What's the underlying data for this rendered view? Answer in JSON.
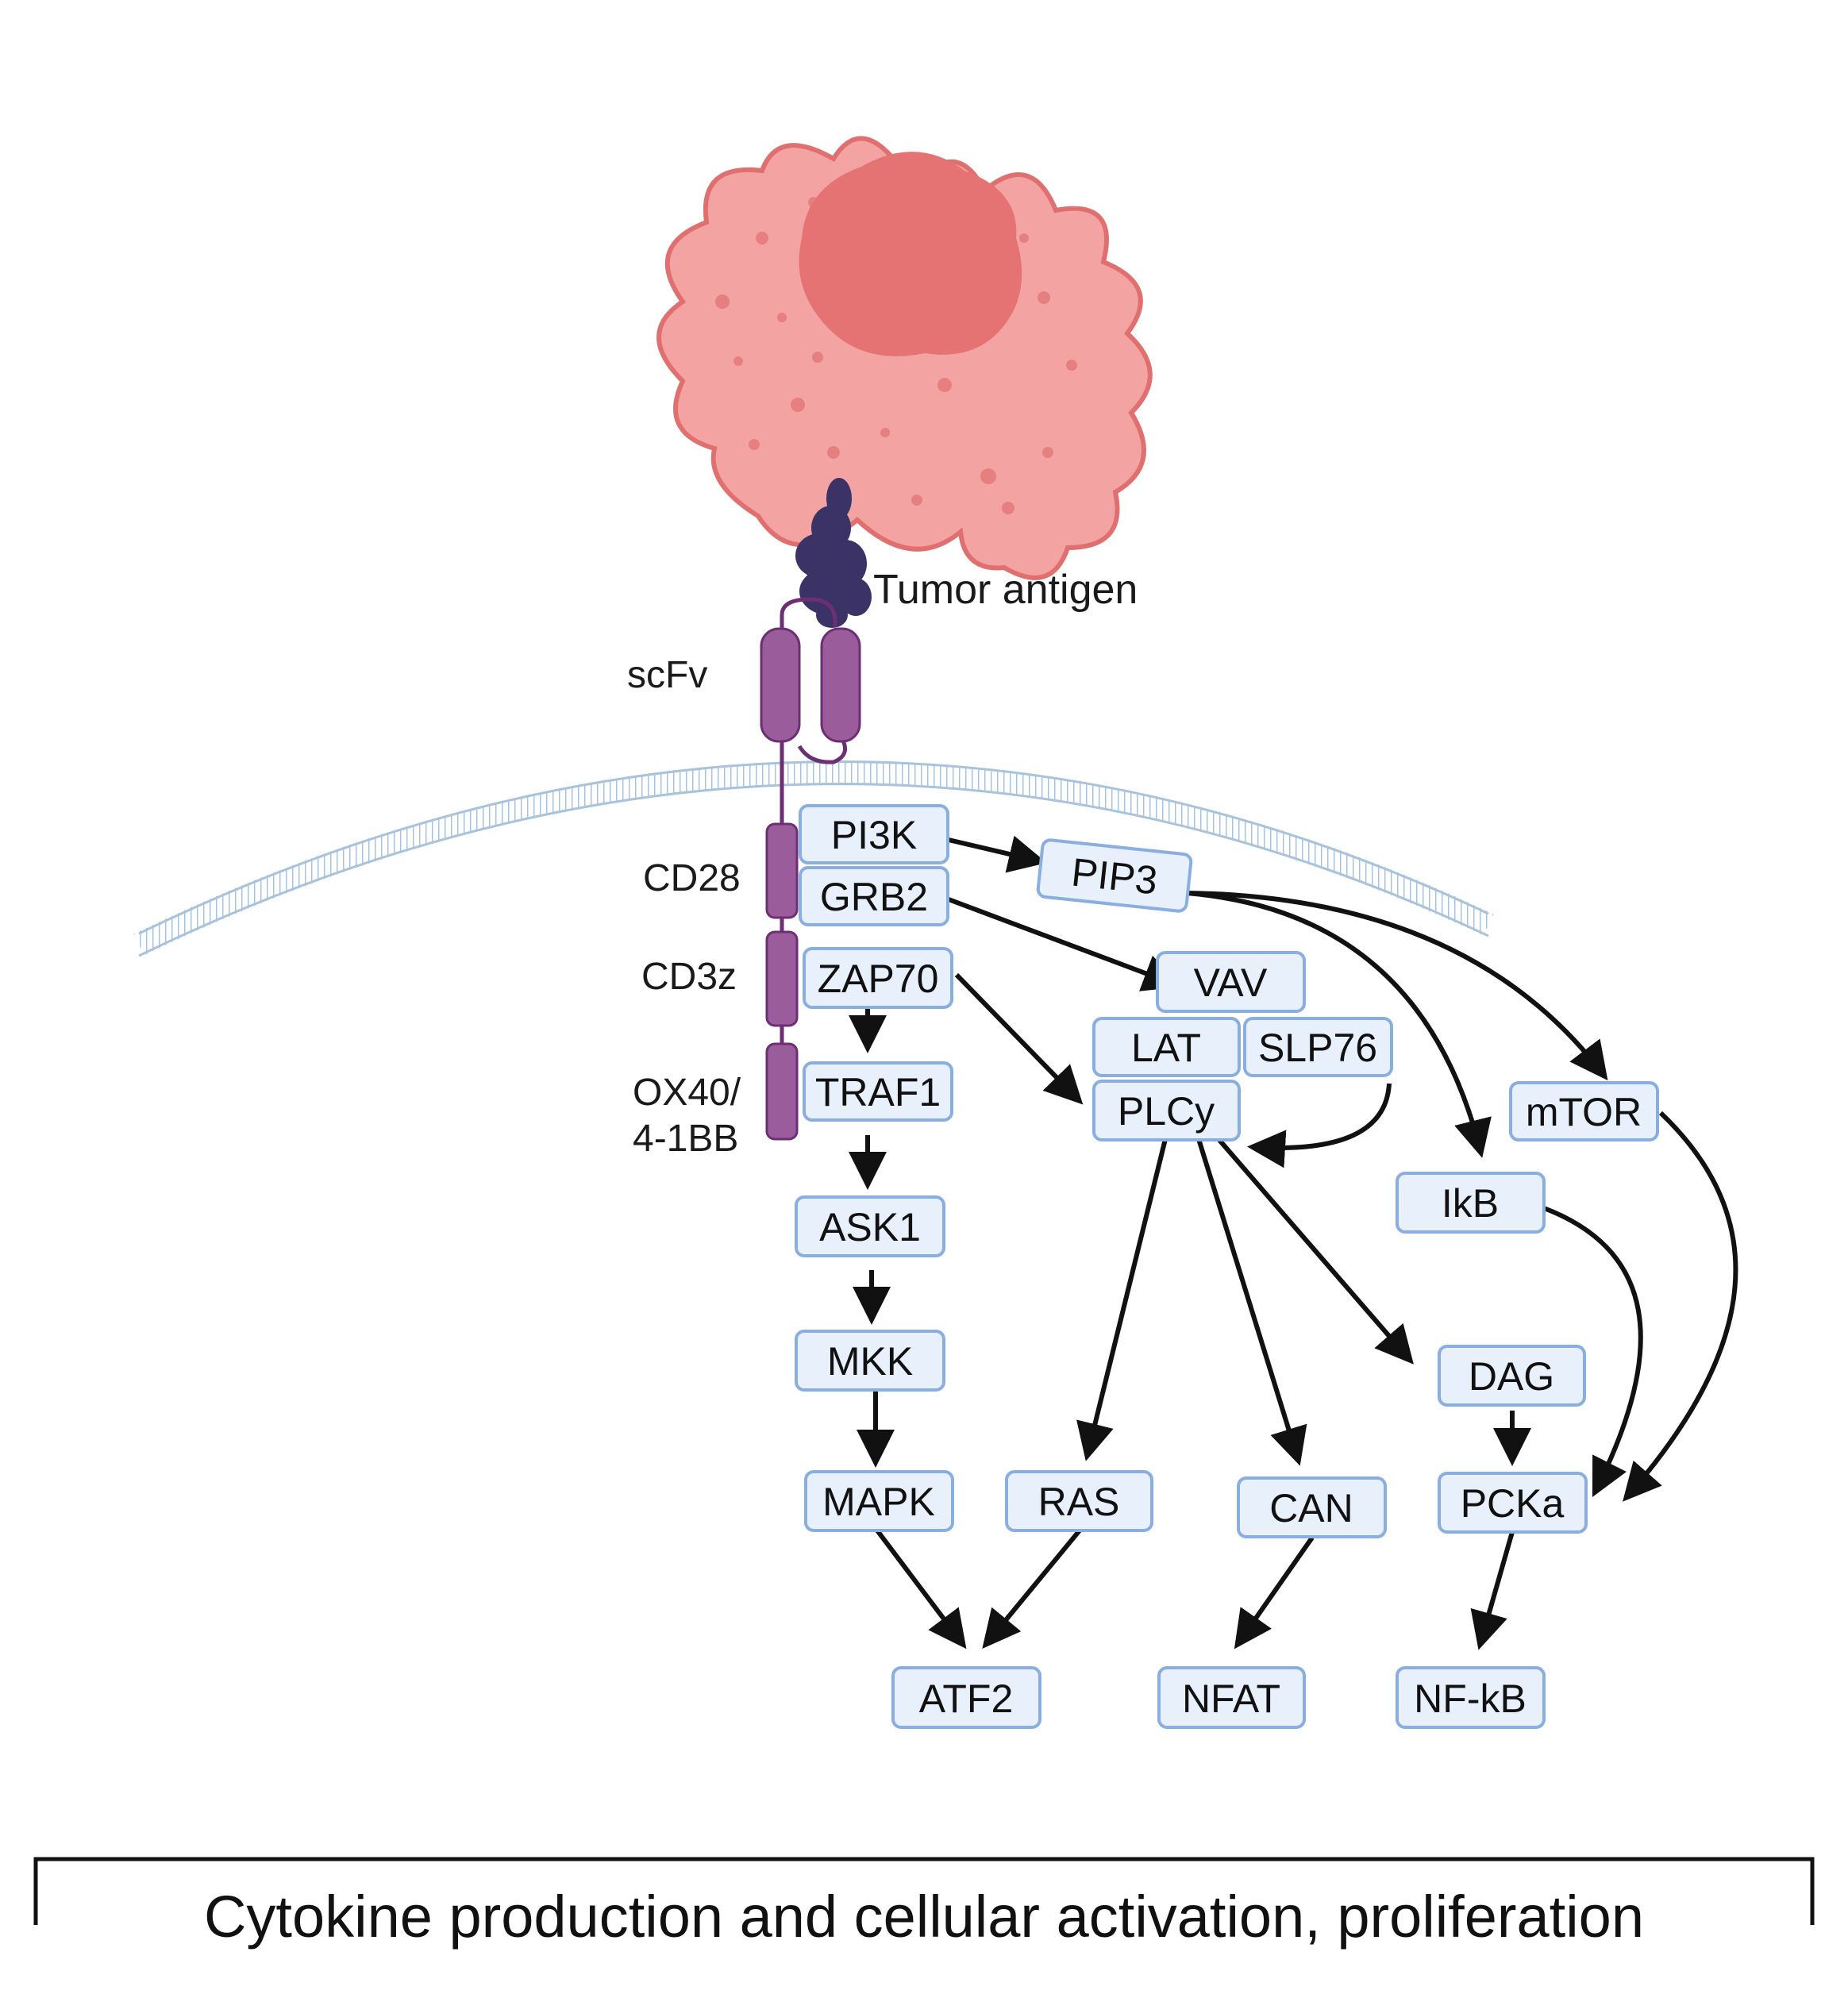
{
  "labels": {
    "tumor_antigen": "Tumor antigen",
    "scfv": "scFv",
    "cd28": "CD28",
    "cd3z": "CD3z",
    "ox40_line1": "OX40/",
    "ox40_line2": "4-1BB"
  },
  "nodes": {
    "pi3k": "PI3K",
    "pip3": "PIP3",
    "grb2": "GRB2",
    "vav": "VAV",
    "zap70": "ZAP70",
    "lat": "LAT",
    "slp76": "SLP76",
    "plcy": "PLCy",
    "mtor": "mTOR",
    "traf1": "TRAF1",
    "ikb": "IkB",
    "ask1": "ASK1",
    "mkk": "MKK",
    "dag": "DAG",
    "mapk": "MAPK",
    "ras": "RAS",
    "can": "CAN",
    "pcka": "PCKa",
    "atf2": "ATF2",
    "nfat": "NFAT",
    "nfkb": "NF-kB"
  },
  "conclusion": "Cytokine production and cellular activation, proliferation",
  "colors": {
    "tumor_cell": "#f4a3a3",
    "tumor_outline": "#e0706f",
    "nucleus": "#e57373",
    "antigen": "#3b3266",
    "receptor": "#9b5c9c",
    "receptor_outline": "#6d2f73",
    "membrane": "#b9cfe3",
    "box_fill": "#e8f0fb",
    "box_stroke": "#8aaee0"
  }
}
